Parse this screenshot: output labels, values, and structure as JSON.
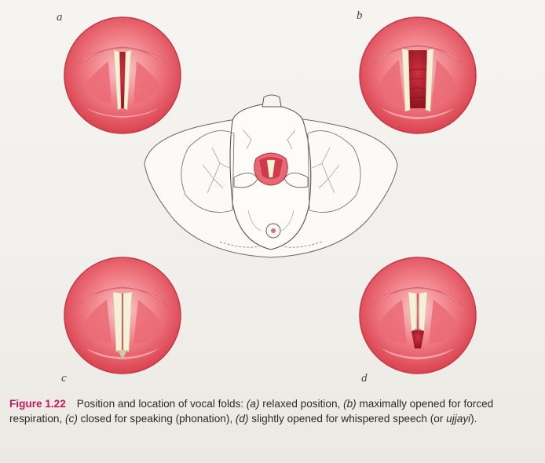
{
  "figure": {
    "panels": [
      {
        "letter": "a",
        "state": "relaxed position"
      },
      {
        "letter": "b",
        "state": "maximally opened for forced respiration"
      },
      {
        "letter": "c",
        "state": "closed for speaking (phonation)"
      },
      {
        "letter": "d",
        "state": "slightly opened for whispered speech"
      }
    ],
    "caption": {
      "label": "Figure 1.22",
      "p1": "Position and location of vocal folds: ",
      "a": "(a)",
      "p2": " relaxed position, ",
      "b": "(b)",
      "p3": " maximally opened for forced respiration, ",
      "c": "(c)",
      "p4": " closed for speaking (phonation), ",
      "d": "(d)",
      "p5": " slightly opened for whispered speech (or ",
      "ujjayi": "ujjayi",
      "p6": ")."
    },
    "colors": {
      "tissue_outer": "#e05560",
      "tissue_mid": "#f07a83",
      "tissue_light": "#f7b7bb",
      "glottis_dark": "#b52130",
      "fold_cream": "#f5f0d8",
      "caption_accent": "#c2185b"
    }
  }
}
